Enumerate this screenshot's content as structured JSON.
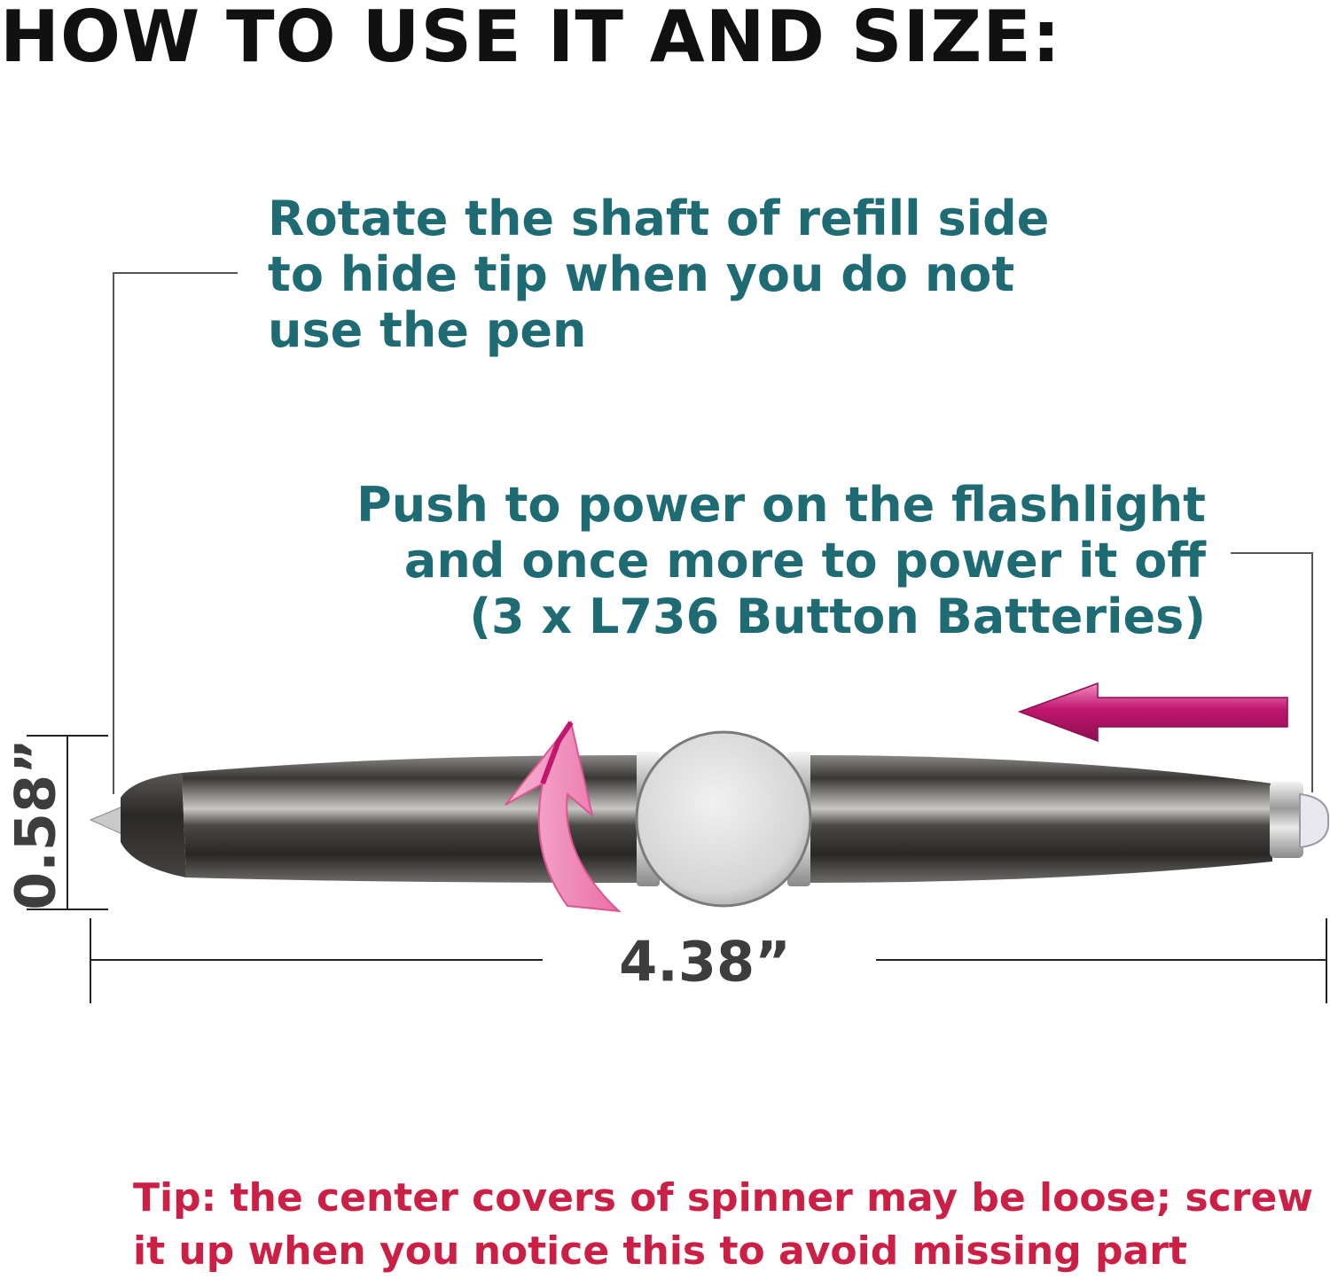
{
  "title": "HOW TO USE IT AND SIZE:",
  "notes": {
    "refill": {
      "lines": [
        "Rotate the shaft of refill side",
        "to hide tip when you do not",
        "use the pen"
      ]
    },
    "flashlight": {
      "lines": [
        "Push to power on the flashlight",
        "and once more to power it off",
        "(3 x L736 Button Batteries)"
      ]
    }
  },
  "dimensions": {
    "height": "0.58”",
    "length": "4.38”"
  },
  "tip": {
    "lines": [
      "Tip: the center covers of spinner may be loose; screw",
      "it up when you notice this to avoid missing part"
    ]
  },
  "icons": {
    "rotate_arrow": "curved-rotate-arrow-icon",
    "push_arrow": "left-arrow-icon"
  },
  "colors": {
    "title": "#111111",
    "note_text": "#1f6b73",
    "tip_text": "#cc1f45",
    "dimension_text": "#3d3d3d",
    "push_arrow": "#c0166e",
    "rotate_arrow": "#ef7fb0",
    "pen_body": "#3c3a37"
  }
}
